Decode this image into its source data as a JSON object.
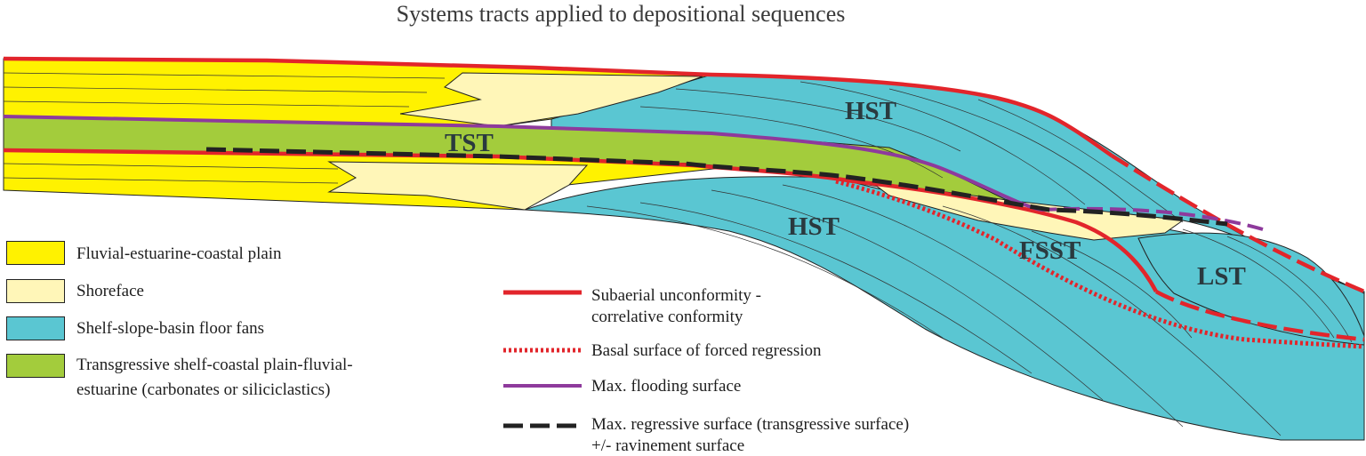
{
  "title": "Systems tracts applied to depositional sequences",
  "tracts": {
    "hst_upper": "HST",
    "tst": "TST",
    "hst_lower": "HST",
    "fsst": "FSST",
    "lst": "LST"
  },
  "legend_facies": [
    {
      "label": "Fluvial-estuarine-coastal plain",
      "color": "#fff200"
    },
    {
      "label": "Shoreface",
      "color": "#fff6b8"
    },
    {
      "label": "Shelf-slope-basin floor fans",
      "color": "#5ac6d2"
    },
    {
      "label_line1": "Transgressive shelf-coastal plain-fluvial-",
      "label_line2": "estuarine (carbonates or siliciclastics)",
      "color": "#a3cc3c"
    }
  ],
  "legend_surfaces": [
    {
      "label_line1": "Subaerial unconformity -",
      "label_line2": "correlative conformity",
      "style": "solid",
      "color": "#e2252b"
    },
    {
      "label": "Basal surface of forced regression",
      "style": "dotted",
      "color": "#e2252b"
    },
    {
      "label": "Max. flooding surface",
      "style": "solid",
      "color": "#8e3a9c"
    },
    {
      "label_line1": "Max. regressive surface (transgressive surface)",
      "label_line2": "+/- ravinement surface",
      "style": "dashed",
      "color": "#222222"
    }
  ]
}
